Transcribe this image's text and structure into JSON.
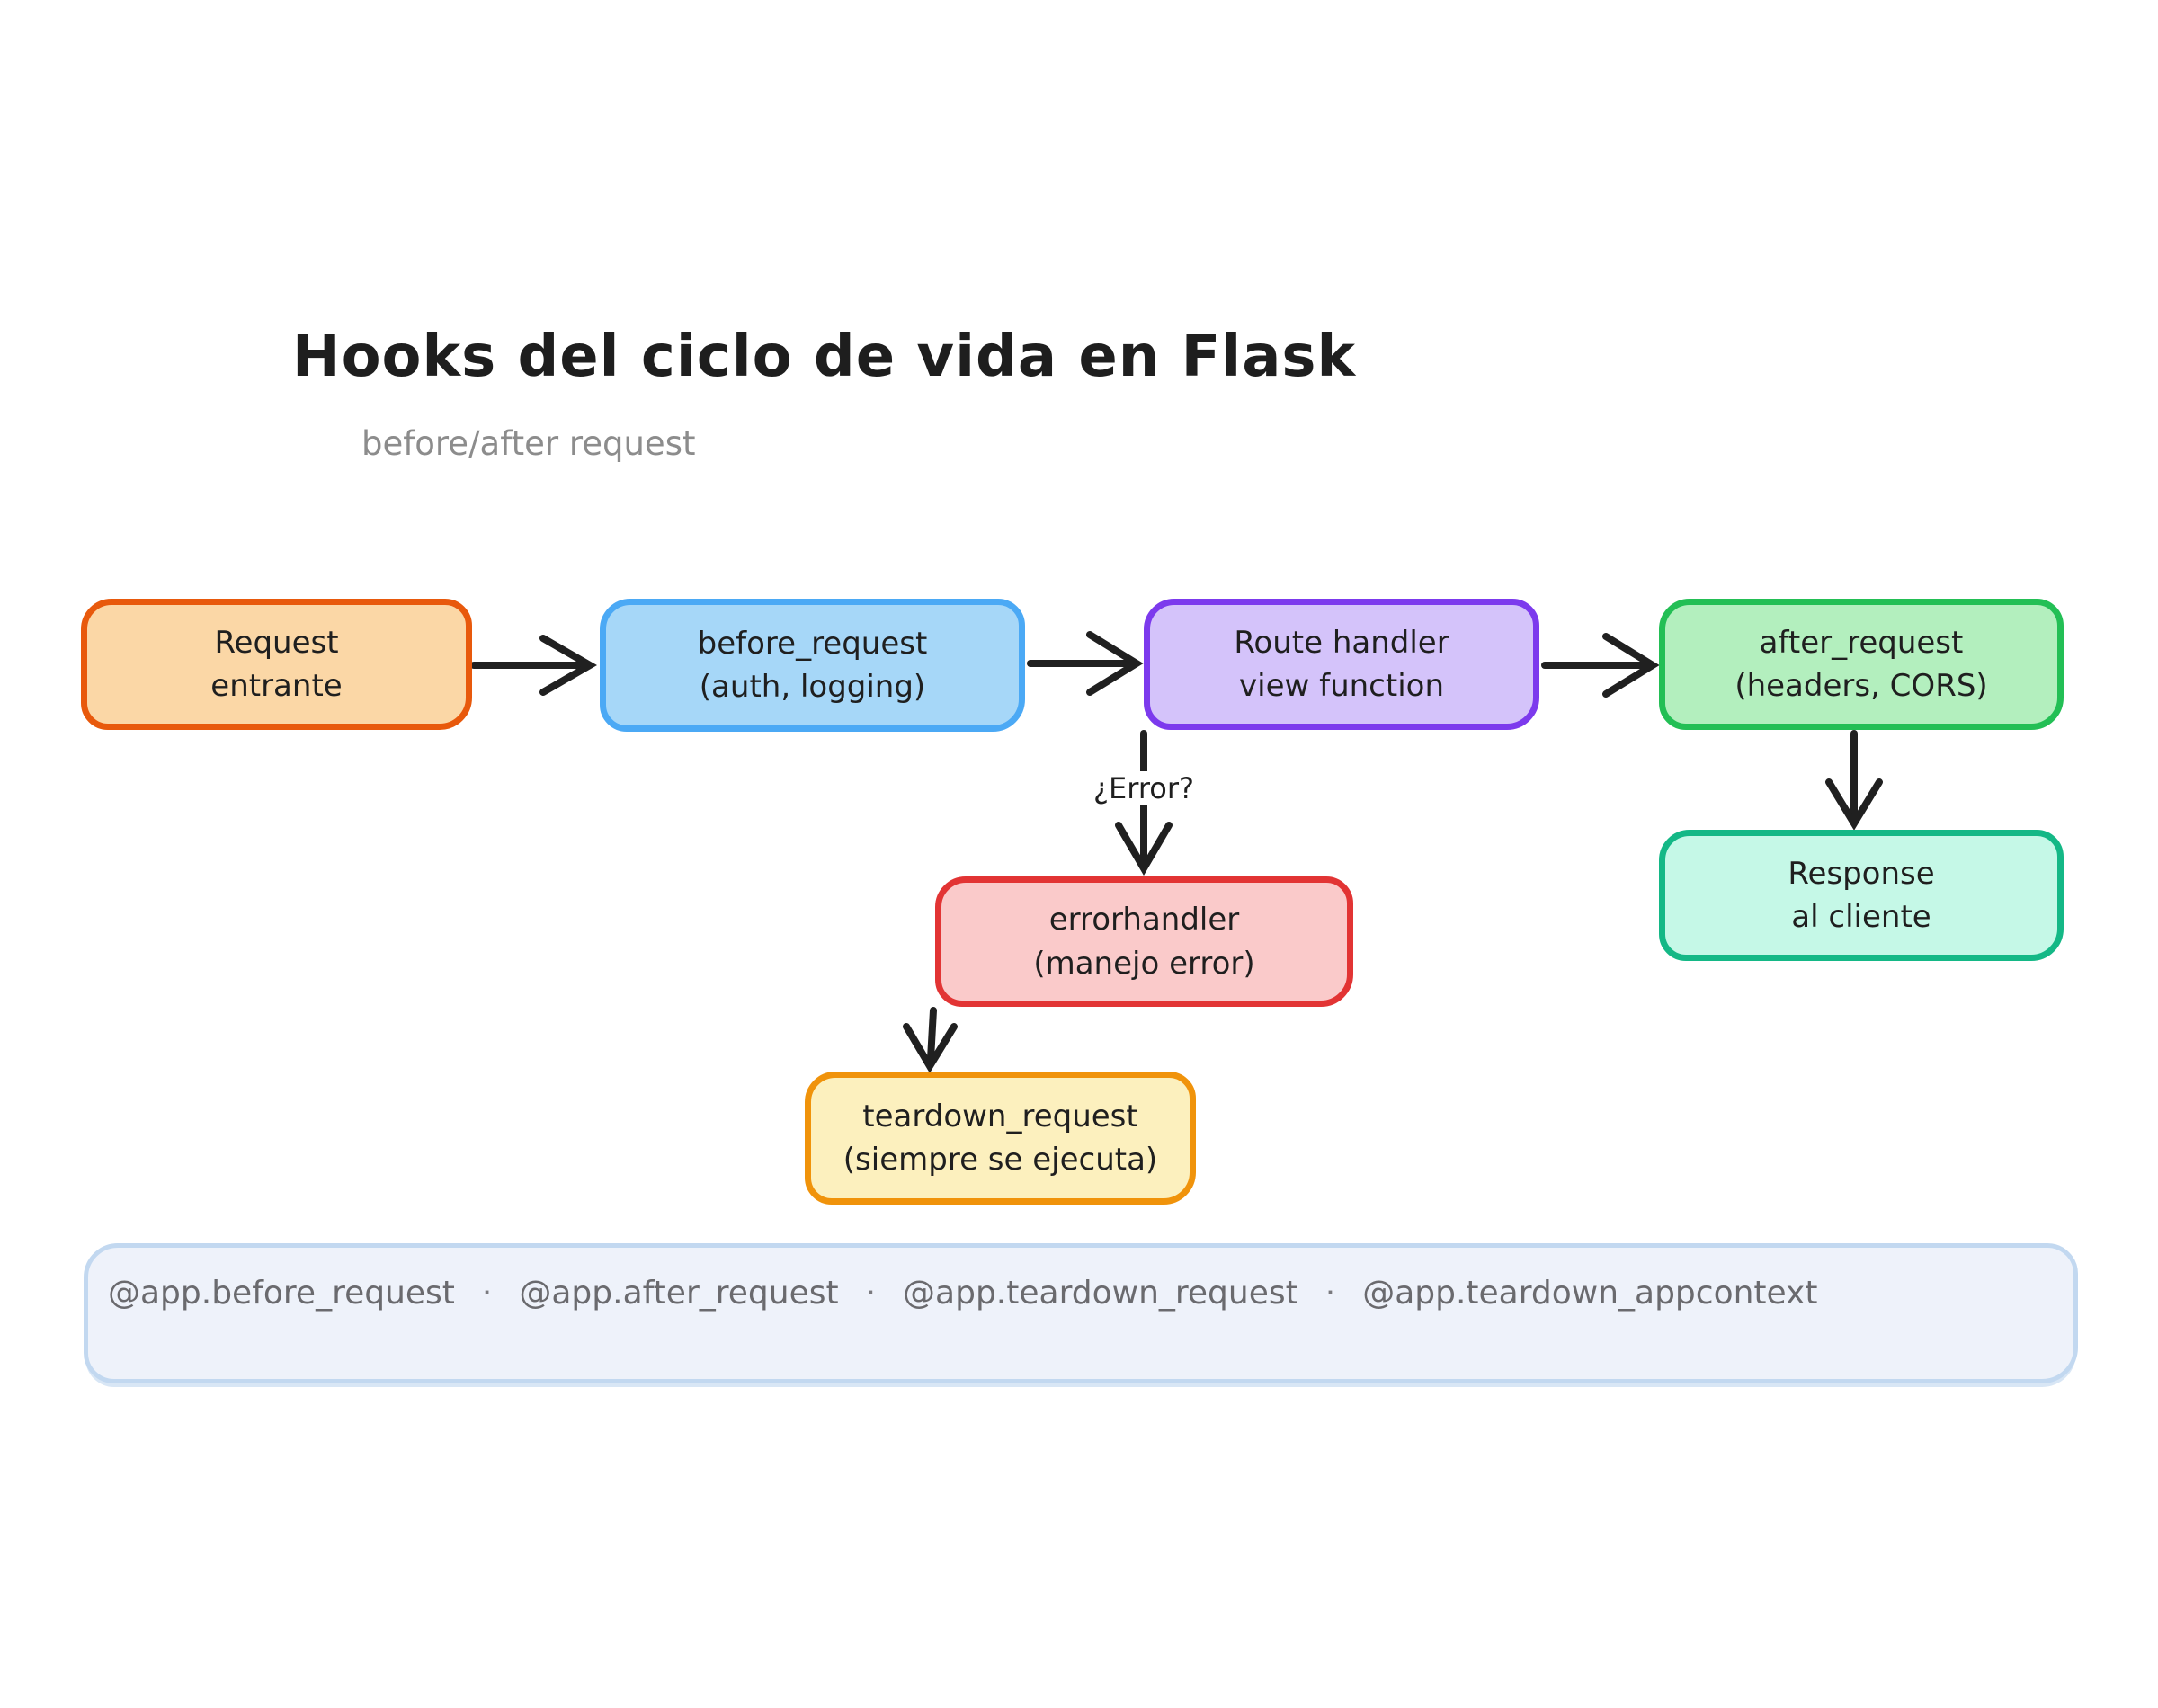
{
  "header": {
    "title": "Hooks del ciclo de vida en Flask",
    "subtitle": "before/after request"
  },
  "nodes": {
    "request": {
      "line1": "Request",
      "line2": "entrante",
      "fill": "#FBD7A6",
      "stroke": "#E8590C"
    },
    "before": {
      "line1": "before_request",
      "line2": "(auth, logging)",
      "fill": "#A6D7F8",
      "stroke": "#4BA9F5"
    },
    "route": {
      "line1": "Route handler",
      "line2": "view function",
      "fill": "#D4C3FA",
      "stroke": "#7C3AED"
    },
    "after": {
      "line1": "after_request",
      "line2": "(headers, CORS)",
      "fill": "#B3EFBE",
      "stroke": "#23BF55"
    },
    "response": {
      "line1": "Response",
      "line2": "al cliente",
      "fill": "#C5F8E7",
      "stroke": "#14B886"
    },
    "error": {
      "line1": "errorhandler",
      "line2": "(manejo error)",
      "fill": "#FACACA",
      "stroke": "#E23434"
    },
    "teardown": {
      "line1": "teardown_request",
      "line2": "(siempre se ejecuta)",
      "fill": "#FCF0BE",
      "stroke": "#F0930B"
    }
  },
  "labels": {
    "error_question": "¿Error?"
  },
  "footer": {
    "separator": "·",
    "items": [
      "@app.before_request",
      "@app.after_request",
      "@app.teardown_request",
      "@app.teardown_appcontext"
    ]
  },
  "colors": {
    "arrow": "#202020",
    "title_text": "#1E1E1E",
    "subtitle_text": "#8C8C8C",
    "footer_bg": "#EEF2FA",
    "footer_border": "#C2D8F0",
    "footer_text": "#6A6A6E",
    "page_bg": "#FFFFFF"
  }
}
